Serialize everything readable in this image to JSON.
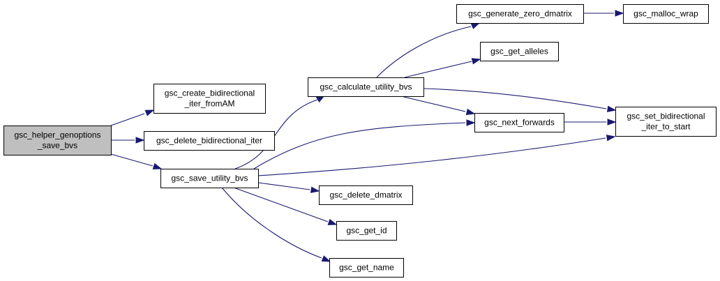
{
  "graph": {
    "colors": {
      "edge": "#191970",
      "node_fill": "#ffffff",
      "focus_fill": "#bfbfbf",
      "node_border": "#000000"
    },
    "nodes": [
      {
        "id": "helper",
        "lines": [
          "gsc_helper_genoptions",
          "_save_bvs"
        ],
        "focus": true
      },
      {
        "id": "create",
        "lines": [
          "gsc_create_bidirectional",
          "_iter_fromAM"
        ]
      },
      {
        "id": "delete_iter",
        "lines": [
          "gsc_delete_bidirectional_iter"
        ]
      },
      {
        "id": "save",
        "lines": [
          "gsc_save_utility_bvs"
        ]
      },
      {
        "id": "calc",
        "lines": [
          "gsc_calculate_utility_bvs"
        ]
      },
      {
        "id": "gen_zero",
        "lines": [
          "gsc_generate_zero_dmatrix"
        ]
      },
      {
        "id": "malloc",
        "lines": [
          "gsc_malloc_wrap"
        ]
      },
      {
        "id": "alleles",
        "lines": [
          "gsc_get_alleles"
        ]
      },
      {
        "id": "next",
        "lines": [
          "gsc_next_forwards"
        ]
      },
      {
        "id": "set_start",
        "lines": [
          "gsc_set_bidirectional",
          "_iter_to_start"
        ]
      },
      {
        "id": "delete_dm",
        "lines": [
          "gsc_delete_dmatrix"
        ]
      },
      {
        "id": "get_id",
        "lines": [
          "gsc_get_id"
        ]
      },
      {
        "id": "get_name",
        "lines": [
          "gsc_get_name"
        ]
      }
    ],
    "edges": [
      {
        "from": "helper",
        "to": "create"
      },
      {
        "from": "helper",
        "to": "delete_iter"
      },
      {
        "from": "helper",
        "to": "save"
      },
      {
        "from": "save",
        "to": "calc"
      },
      {
        "from": "save",
        "to": "next"
      },
      {
        "from": "save",
        "to": "set_start"
      },
      {
        "from": "save",
        "to": "delete_dm"
      },
      {
        "from": "save",
        "to": "get_id"
      },
      {
        "from": "save",
        "to": "get_name"
      },
      {
        "from": "calc",
        "to": "gen_zero"
      },
      {
        "from": "calc",
        "to": "alleles"
      },
      {
        "from": "calc",
        "to": "next"
      },
      {
        "from": "calc",
        "to": "set_start"
      },
      {
        "from": "gen_zero",
        "to": "malloc"
      },
      {
        "from": "next",
        "to": "set_start"
      }
    ]
  }
}
